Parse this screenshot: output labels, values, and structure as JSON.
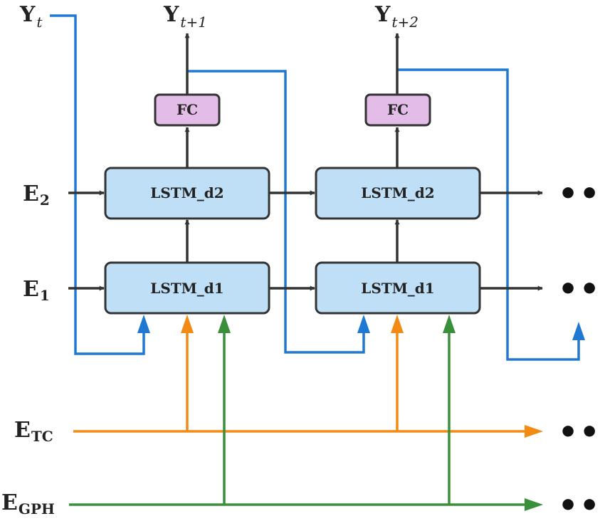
{
  "colors": {
    "dark": "#333333",
    "blue": "#1f78d1",
    "orange": "#f28a14",
    "green": "#3a8f3a",
    "lstm_fill": "#bfdff7",
    "fc_fill": "#e3bde8"
  },
  "nodes": {
    "lstm_d2_a": "LSTM_d2",
    "lstm_d1_a": "LSTM_d1",
    "fc_a": "FC",
    "lstm_d2_b": "LSTM_d2",
    "lstm_d1_b": "LSTM_d1",
    "fc_b": "FC"
  },
  "labels": {
    "y_t": {
      "base": "Y",
      "sub": "t"
    },
    "y_t1": {
      "base": "Y",
      "sub": "t+1"
    },
    "y_t2": {
      "base": "Y",
      "sub": "t+2"
    },
    "e2": {
      "base": "E",
      "sub": "2"
    },
    "e1": {
      "base": "E",
      "sub": "1"
    },
    "etc": {
      "base": "E",
      "sub": "TC"
    },
    "egph": {
      "base": "E",
      "sub": "GPH"
    }
  },
  "ellipsis": "•••"
}
